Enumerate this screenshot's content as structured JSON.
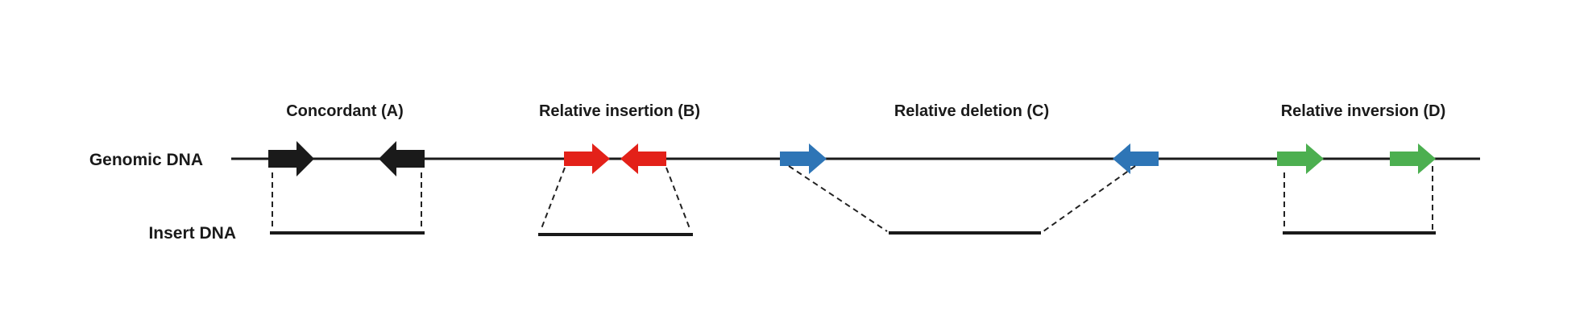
{
  "figure": {
    "description": "Read-pair orientation diagram mapping genomic DNA arrow pairs to insert DNA segments",
    "row_labels": {
      "genomic_dna": "Genomic DNA",
      "insert_dna": "Insert DNA"
    },
    "line_color": "#1a1a1a",
    "dashed_color": "#222222",
    "panels": [
      {
        "key": "A",
        "title": "Concordant (A)",
        "arrow_color": "#1a1a1a",
        "arrow_orientation": "convergent (forward / reverse)",
        "insert_vs_span": "equal"
      },
      {
        "key": "B",
        "title": "Relative insertion (B)",
        "arrow_color": "#e32119",
        "arrow_orientation": "convergent (forward / reverse)",
        "insert_vs_span": "insert wider than genomic span"
      },
      {
        "key": "C",
        "title": "Relative deletion (C)",
        "arrow_color": "#2e75b6",
        "arrow_orientation": "convergent (forward / reverse)",
        "insert_vs_span": "insert narrower than genomic span"
      },
      {
        "key": "D",
        "title": "Relative inversion (D)",
        "arrow_color": "#4caf50",
        "arrow_orientation": "both forward (same direction)",
        "insert_vs_span": "equal"
      }
    ]
  }
}
